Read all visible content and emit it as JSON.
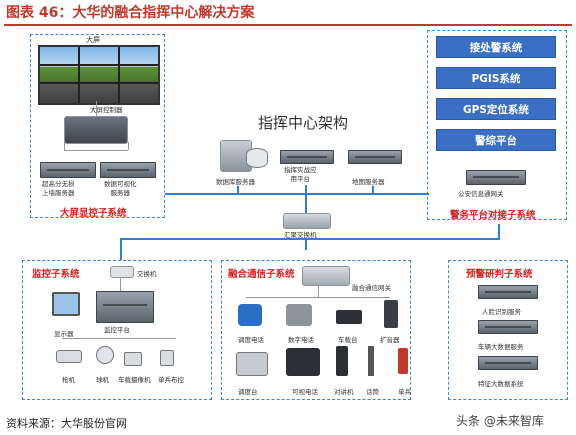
{
  "header": {
    "title": "图表 46：大华的融合指挥中心解决方案"
  },
  "architecture": {
    "title": "指挥中心架构"
  },
  "top_left": {
    "screen_label": "大屏",
    "controller_label": "大屏控制器",
    "server_a": "超高分无损\n上墙服务器",
    "server_b": "数据可视化\n服务器",
    "panel_label": "大屏显控子系统"
  },
  "center": {
    "db_server": "数据库服务器",
    "command_platform": "指挥实战应\n用平台",
    "map_server": "地图服务器",
    "core_switch": "汇聚交换机"
  },
  "top_right": {
    "buttons": [
      "接处警系统",
      "PGIS系统",
      "GPS定位系统",
      "警综平台"
    ],
    "gateway": "公安信息通网关",
    "panel_label": "警务平台对接子系统"
  },
  "bottom_left": {
    "panel_label": "监控子系统",
    "switch": "交换机",
    "platform": "监控平台",
    "terminal": "显示器",
    "cameras": [
      "枪机",
      "球机",
      "车载摄像机",
      "单兵布控"
    ]
  },
  "bottom_middle": {
    "panel_label": "融合通信子系统",
    "gateway": "融合通信网关",
    "devices": [
      "调度电话",
      "数字电话",
      "车载台",
      "扩音器",
      "调度台",
      "可视电话",
      "对讲机",
      "话筒",
      "单兵"
    ]
  },
  "bottom_right": {
    "panel_label": "预警研判子系统",
    "servers": [
      "人脸识别服务",
      "车辆大数据服务",
      "特征大数据系统"
    ]
  },
  "footer": {
    "source": "资料来源：大华股份官网"
  },
  "watermark": {
    "text": "头条 @未来智库"
  }
}
